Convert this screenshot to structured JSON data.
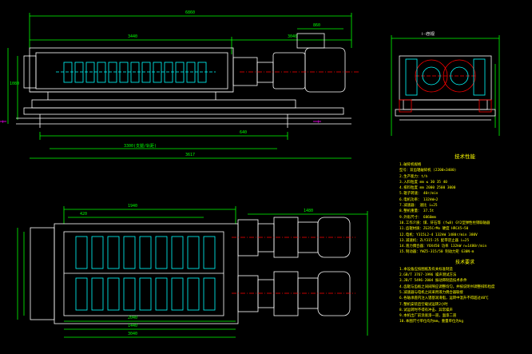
{
  "colors": {
    "background": "#000000",
    "outline": "#ffffff",
    "dimension": "#00ff00",
    "hidden": "#00ffff",
    "accent": "#ff0000",
    "text": "#ffff00",
    "magenta": "#ff00ff"
  },
  "view_labels": {
    "section_top": "Ⅰ-Ⅰ剖视",
    "left_end": "Ⅰ",
    "right_end": "Ⅰ"
  },
  "dimensions": {
    "overall_top": "6860",
    "upper_left": "3440",
    "upper_right": "3040",
    "motor_width": "860",
    "lower_total": "3617",
    "base_span": "3300(支腿/轨距)",
    "plan_a": "420",
    "plan_b": "1940",
    "plan_c": "1480",
    "plan_d": "2040",
    "plan_e": "1440",
    "plan_bottom": "3040",
    "side_a": "1080",
    "side_b": "640"
  },
  "tech_notes": {
    "title": "技术性能",
    "lines": [
      "1.破碎机规格",
      "  型号：双齿辊破碎机  (2200×3400)",
      "2.生产能力：t/h",
      "3.入料粒度 mm  ≤  30  35  40",
      "4.排料粒度 mm     2000  2500  3000",
      "5.辊子转速：   40r/min",
      "6.电机功率：   132kW×2",
      "7.减速器：     速比 i=25",
      "8.整机重量：   37.5t",
      "9.外形尺寸：   6860mm",
      "10.工作介质：煤、矸石等 (f≤8)  GY2型弹性柱销联轴器",
      "11.齿辊材质：ZG35CrMo  硬度 HRC45~50",
      "12.电机：Y315L2-4  132kW  1480r/min  380V",
      "13.减速机：ZLY315-25  配带逆止器  i=25",
      "14.液力偶合器：YOX450  功率 132kW  n=1480r/min",
      "15.制动器：YWZ5-315/50  制动力矩 630N·m"
    ],
    "sub_title": "技术要求",
    "requirements": [
      "1.本设备应按图纸及有关标准制造",
      "2.GB/T 3767-1996  噪声测试方法",
      "3.JB/T 5496-2004  振动筛制造技术条件",
      "4.齿辊与齿板之间间隙应调整均匀，并按说明书调整排料粒度",
      "5.减速器与电机之间采用液力偶合器联接",
      "6.各轴承座内注入锂基润滑脂，运转中温升不得超过40℃",
      "7.整机安装后空载试运转2小时",
      "8.试运转时不得有冲击、异常噪声",
      "9.本机出厂前涂底漆一道，面漆二道",
      "10.本图尺寸单位均为mm，重量单位为kg"
    ]
  }
}
